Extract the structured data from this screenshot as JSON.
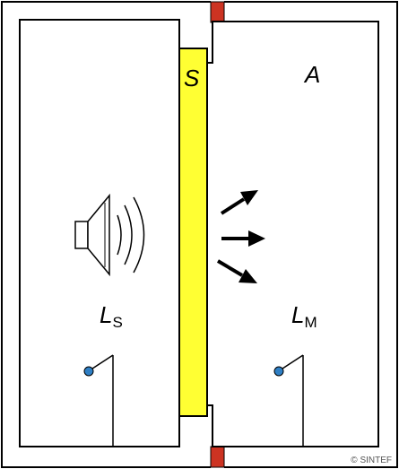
{
  "labels": {
    "specimen": "S",
    "area": "A",
    "source_level_main": "L",
    "source_level_sub": "S",
    "receiver_level_main": "L",
    "receiver_level_sub": "M"
  },
  "copyright": "© SINTEF",
  "icons": {
    "loudspeaker": "loudspeaker-icon",
    "microphone": "microphone-icon",
    "arrow": "sound-transmission-arrow"
  },
  "colors": {
    "outline": "#000000",
    "specimen": "#ffff33",
    "seal": "#cc3322",
    "microphone": "#2f7fc4"
  }
}
